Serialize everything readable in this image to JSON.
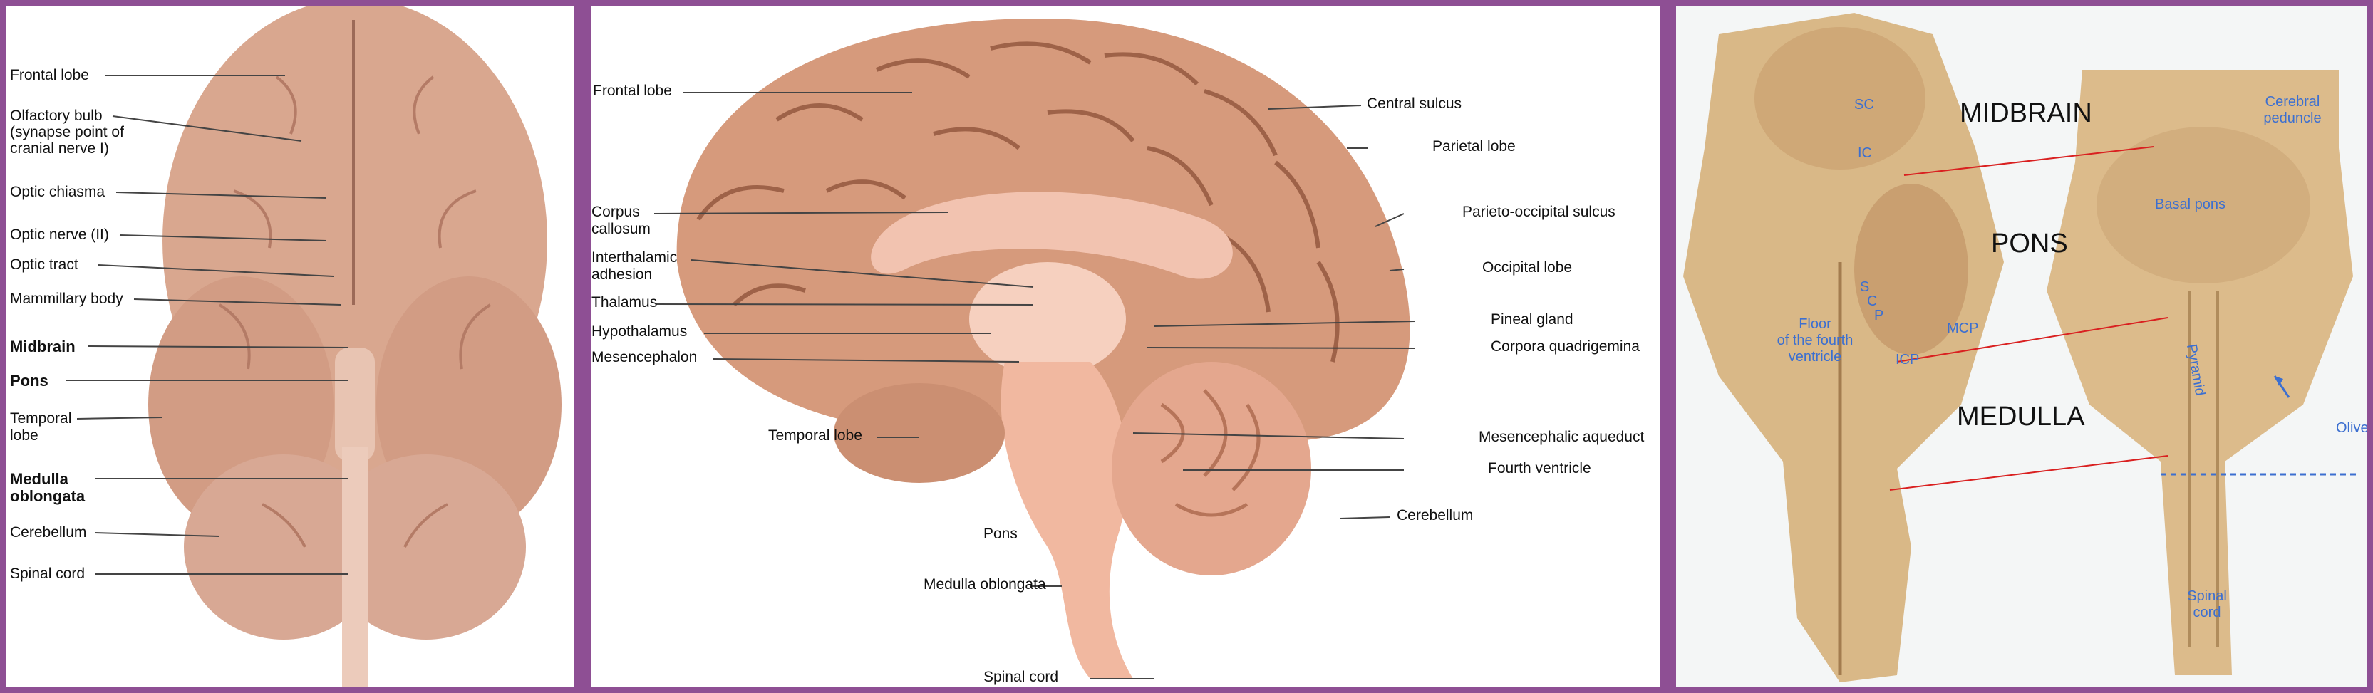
{
  "panel1": {
    "labels": {
      "frontal_lobe": "Frontal lobe",
      "olfactory_bulb": "Olfactory bulb",
      "olfactory_note1": "(synapse point of",
      "olfactory_note2": "cranial nerve I)",
      "optic_chiasma": "Optic chiasma",
      "optic_nerve": "Optic nerve (II)",
      "optic_tract": "Optic tract",
      "mammillary_body": "Mammillary body",
      "midbrain": "Midbrain",
      "pons": "Pons",
      "temporal_lobe1": "Temporal",
      "temporal_lobe2": "lobe",
      "medulla1": "Medulla",
      "medulla2": "oblongata",
      "cerebellum": "Cerebellum",
      "spinal_cord": "Spinal cord"
    }
  },
  "panel2": {
    "labels": {
      "frontal_lobe": "Frontal lobe",
      "corpus_callosum1": "Corpus",
      "corpus_callosum2": "callosum",
      "interthalamic1": "Interthalamic",
      "interthalamic2": "adhesion",
      "thalamus": "Thalamus",
      "hypothalamus": "Hypothalamus",
      "mesencephalon": "Mesencephalon",
      "temporal_lobe": "Temporal lobe",
      "pons": "Pons",
      "medulla_oblongata": "Medulla oblongata",
      "spinal_cord": "Spinal cord",
      "central_sulcus": "Central sulcus",
      "parietal_lobe": "Parietal lobe",
      "parieto_occipital": "Parieto-occipital sulcus",
      "occipital_lobe": "Occipital lobe",
      "pineal_gland": "Pineal gland",
      "corpora_quadrigemina": "Corpora quadrigemina",
      "mesencephalic_aqueduct": "Mesencephalic aqueduct",
      "fourth_ventricle": "Fourth ventricle",
      "cerebellum": "Cerebellum"
    }
  },
  "panel3": {
    "labels": {
      "midbrain": "MIDBRAIN",
      "pons": "PONS",
      "medulla": "MEDULLA",
      "sc": "SC",
      "ic": "IC",
      "s": "S",
      "c": "C",
      "p": "P",
      "floor1": "Floor",
      "floor2": "of the fourth",
      "floor3": "ventricle",
      "mcp": "MCP",
      "icp": "ICP",
      "cerebral_peduncle1": "Cerebral",
      "cerebral_peduncle2": "peduncle",
      "basal_pons": "Basal pons",
      "pyramid": "Pyramid",
      "olive": "Olive",
      "spinal_cord1": "Spinal",
      "spinal_cord2": "cord"
    },
    "colors": {
      "annotation": "#3c6fd0",
      "pointer_line": "#d92020"
    }
  }
}
